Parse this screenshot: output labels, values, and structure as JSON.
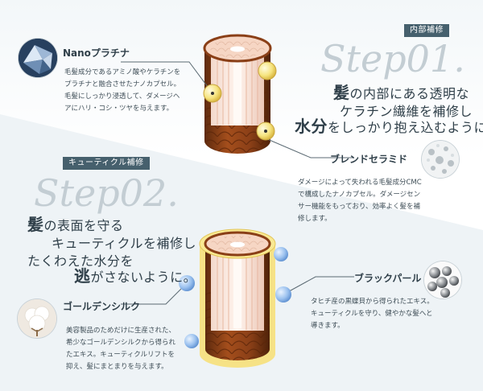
{
  "step1": {
    "tag": "内部補修",
    "title": "Step01.",
    "heading_lines": [
      {
        "big": "髪",
        "rest": "の内部にある透明な"
      },
      {
        "big": "",
        "rest": "ケラチン繊維を補修し"
      },
      {
        "big": "水分",
        "rest": "をしっかり抱え込むように。"
      }
    ]
  },
  "step2": {
    "tag": "キューティクル補修",
    "title": "Step02.",
    "heading_lines": [
      {
        "big": "髪",
        "rest": "の表面を守る"
      },
      {
        "big": "",
        "rest": "キューティクルを補修し"
      },
      {
        "big": "",
        "rest": "たくわえた水分を"
      },
      {
        "big": "逃",
        "rest": "がさないように。"
      }
    ]
  },
  "ingredients": {
    "nano": {
      "title": "Nanoプラチナ",
      "icon": "crystal-icon",
      "desc": [
        "毛髪成分であるアミノ酸やケラチンを",
        "プラチナと融合させたナノカプセル。",
        "毛髪にしっかり浸透して、ダメージヘ",
        "アにハリ・コシ・ツヤを与えます。"
      ]
    },
    "blend": {
      "title": "ブレンドセラミド",
      "icon": "molecule-icon",
      "desc": [
        "ダメージによって失われる毛髪成分CMC",
        "で構成したナノカプセル。ダメージセン",
        "サー機能をもっており、効率よく髪を補",
        "修します。"
      ]
    },
    "black": {
      "title": "ブラックパール",
      "icon": "pearls-icon",
      "desc": [
        "タヒチ産の黒蝶貝から得られたエキス。",
        "キューティクルを守り、健やかな髪へと",
        "導きます。"
      ]
    },
    "golden": {
      "title": "ゴールデンシルク",
      "icon": "cotton-icon",
      "desc": [
        "美容製品のためだけに生産された、",
        "希少なゴールデンシルクから得られ",
        "たエキス。キューティクルリフトを",
        "抑え、髪にまとまりを与えます。"
      ]
    }
  },
  "colors": {
    "tag_bg": "#46606d",
    "step_text": "#c3cdd3",
    "hair_brown": "#8a3f17",
    "gold": "#f2d96b",
    "blue_bubble": "#8fb7e8"
  }
}
